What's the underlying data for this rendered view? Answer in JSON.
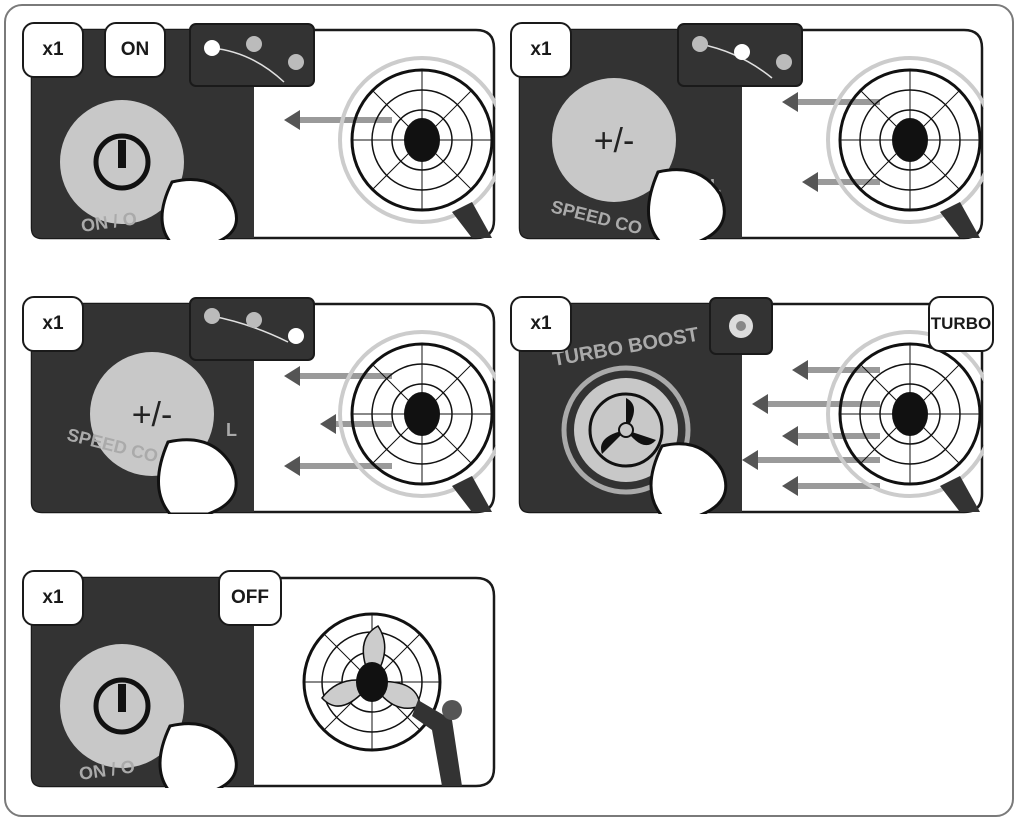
{
  "colors": {
    "dark": "#333333",
    "button": "#c8c8c8",
    "ink": "#1a1a1a",
    "arrow": "#9a9a9a",
    "frame": "#7a7a7a"
  },
  "panels": [
    {
      "id": "on",
      "count": "x1",
      "mode_label": "ON",
      "button_symbol": "power-icon",
      "button_caption": "ON / O",
      "fan_state": "running",
      "speed_level": 1,
      "airflow_arrows": 1
    },
    {
      "id": "speed-1",
      "count": "x1",
      "button_text": "+/-",
      "button_caption": "SPEED CO",
      "button_caption_tail": "L",
      "fan_state": "running",
      "speed_level": 2,
      "airflow_arrows": 2
    },
    {
      "id": "speed-2",
      "count": "x1",
      "button_text": "+/-",
      "button_caption": "SPEED CO",
      "button_caption_tail": "L",
      "fan_state": "running",
      "speed_level": 3,
      "airflow_arrows": 3
    },
    {
      "id": "turbo",
      "count": "x1",
      "mode_label": "TURBO",
      "button_caption": "TURBO BOOST",
      "button_symbol": "fan-icon",
      "fan_state": "running",
      "airflow_arrows": 5
    },
    {
      "id": "off",
      "count": "x1",
      "mode_label": "OFF",
      "button_symbol": "power-icon",
      "button_caption": "ON / O",
      "fan_state": "stopped"
    }
  ]
}
